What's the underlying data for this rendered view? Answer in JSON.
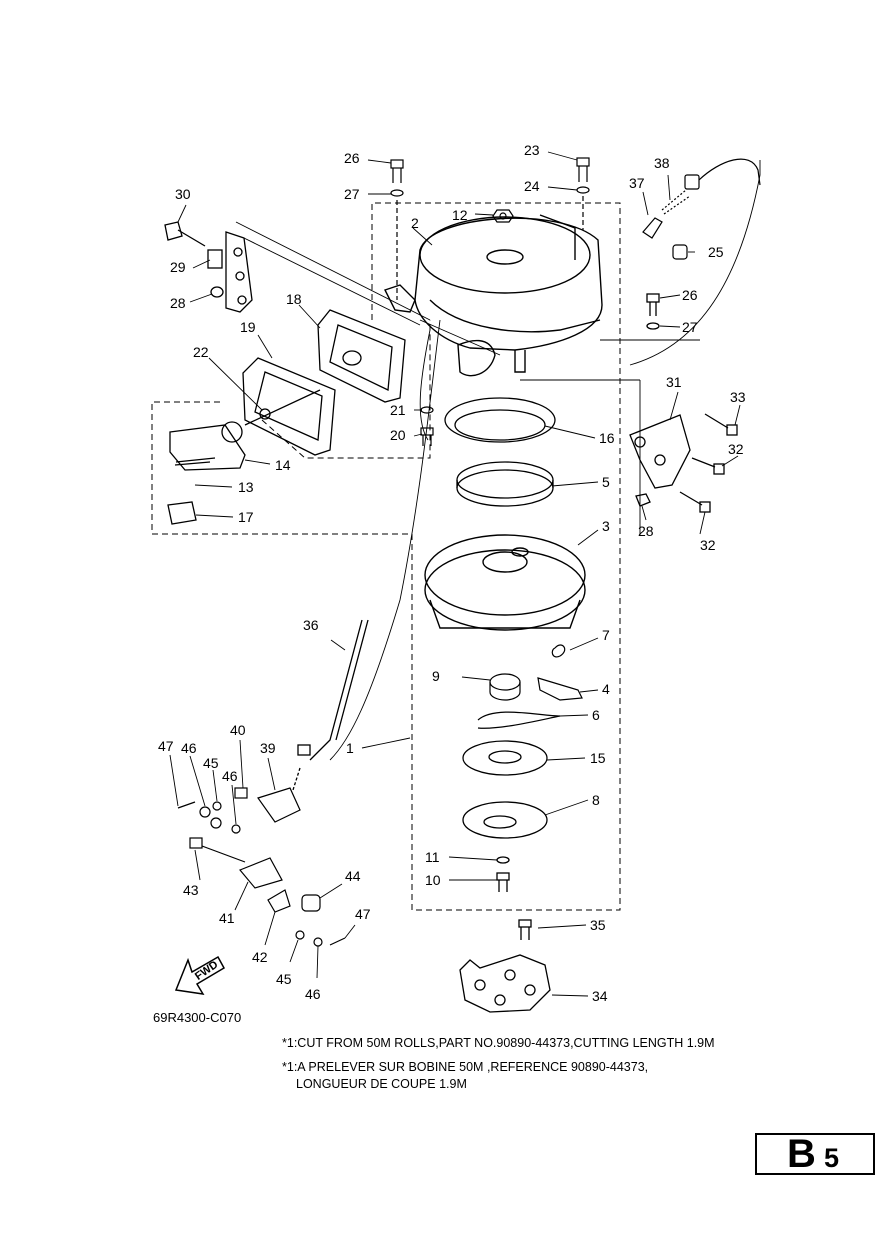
{
  "callouts": {
    "c1": "1",
    "c2": "2",
    "c3": "3",
    "c4": "4",
    "c5": "5",
    "c6": "6",
    "c7": "7",
    "c8": "8",
    "c9": "9",
    "c10": "10",
    "c11": "11",
    "c12": "12",
    "c13": "13",
    "c14": "14",
    "c15": "15",
    "c16": "16",
    "c17": "17",
    "c18": "18",
    "c19": "19",
    "c20": "20",
    "c21": "21",
    "c22": "22",
    "c23": "23",
    "c24": "24",
    "c25": "25",
    "c26a": "26",
    "c26b": "26",
    "c27a": "27",
    "c27b": "27",
    "c28a": "28",
    "c28b": "28",
    "c29": "29",
    "c30": "30",
    "c31": "31",
    "c32a": "32",
    "c32b": "32",
    "c33": "33",
    "c34": "34",
    "c35": "35",
    "c36": "36",
    "c37": "37",
    "c38": "38",
    "c39": "39",
    "c40": "40",
    "c41": "41",
    "c42": "42",
    "c43": "43",
    "c44": "44",
    "c45a": "45",
    "c45b": "45",
    "c46a": "46",
    "c46b": "46",
    "c46c": "46",
    "c47a": "47",
    "c47b": "47"
  },
  "fwd_label": "FWD",
  "diagram_code": "69R4300-C070",
  "notes": {
    "line1": "*1:CUT FROM 50M ROLLS,PART NO.90890-44373,CUTTING LENGTH 1.9M",
    "line2": "*1:A PRELEVER SUR BOBINE 50M ,REFERENCE 90890-44373,",
    "line3": "LONGUEUR DE COUPE 1.9M"
  },
  "section": {
    "letter": "B",
    "number": "5"
  }
}
